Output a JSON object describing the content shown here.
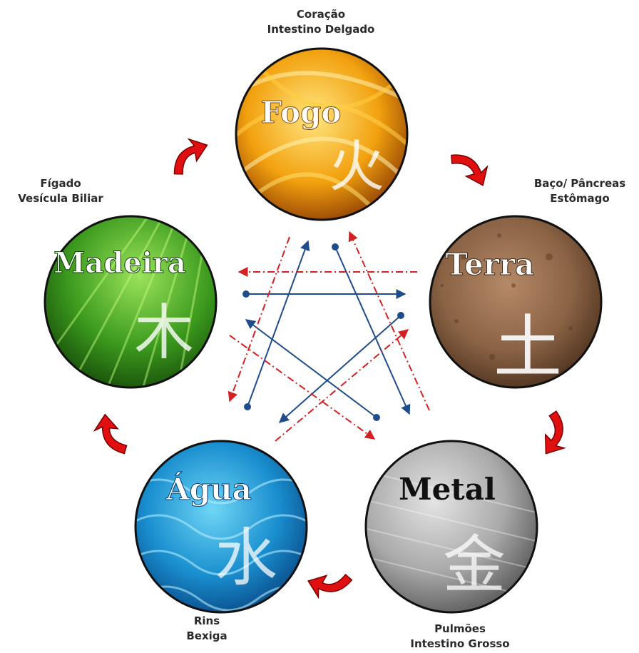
{
  "elements": [
    {
      "id": "fogo",
      "name": "Fogo",
      "glyph": "火",
      "organs": [
        "Coração",
        "Intestino Delgado"
      ],
      "colors": {
        "light": "#ffe680",
        "mid": "#f2a10f",
        "dark": "#7a2a00"
      }
    },
    {
      "id": "terra",
      "name": "Terra",
      "glyph": "土",
      "organs": [
        "Baço/ Pâncreas",
        "Estômago"
      ],
      "colors": {
        "light": "#b48a68",
        "mid": "#8a6244",
        "dark": "#3e2616"
      }
    },
    {
      "id": "metal",
      "name": "Metal",
      "glyph": "金",
      "organs": [
        "Pulmões",
        "Intestino Grosso"
      ],
      "colors": {
        "light": "#e4e4e4",
        "mid": "#a9a9a9",
        "dark": "#4c4c4c"
      }
    },
    {
      "id": "agua",
      "name": "Água",
      "glyph": "水",
      "organs": [
        "Rins",
        "Bexiga"
      ],
      "colors": {
        "light": "#6fd6f5",
        "mid": "#1a8fcf",
        "dark": "#063b78"
      }
    },
    {
      "id": "madeira",
      "name": "Madeira",
      "glyph": "木",
      "organs": [
        "Fígado",
        "Vesícula Biliar"
      ],
      "colors": {
        "light": "#9be35a",
        "mid": "#3c9a1e",
        "dark": "#0f3d05"
      }
    }
  ],
  "colors": {
    "cycle_arrow": "#e01010",
    "generating_line": "#1f4d8c",
    "controlling_line": "#d42020",
    "label_text": "#2a2a2a"
  }
}
